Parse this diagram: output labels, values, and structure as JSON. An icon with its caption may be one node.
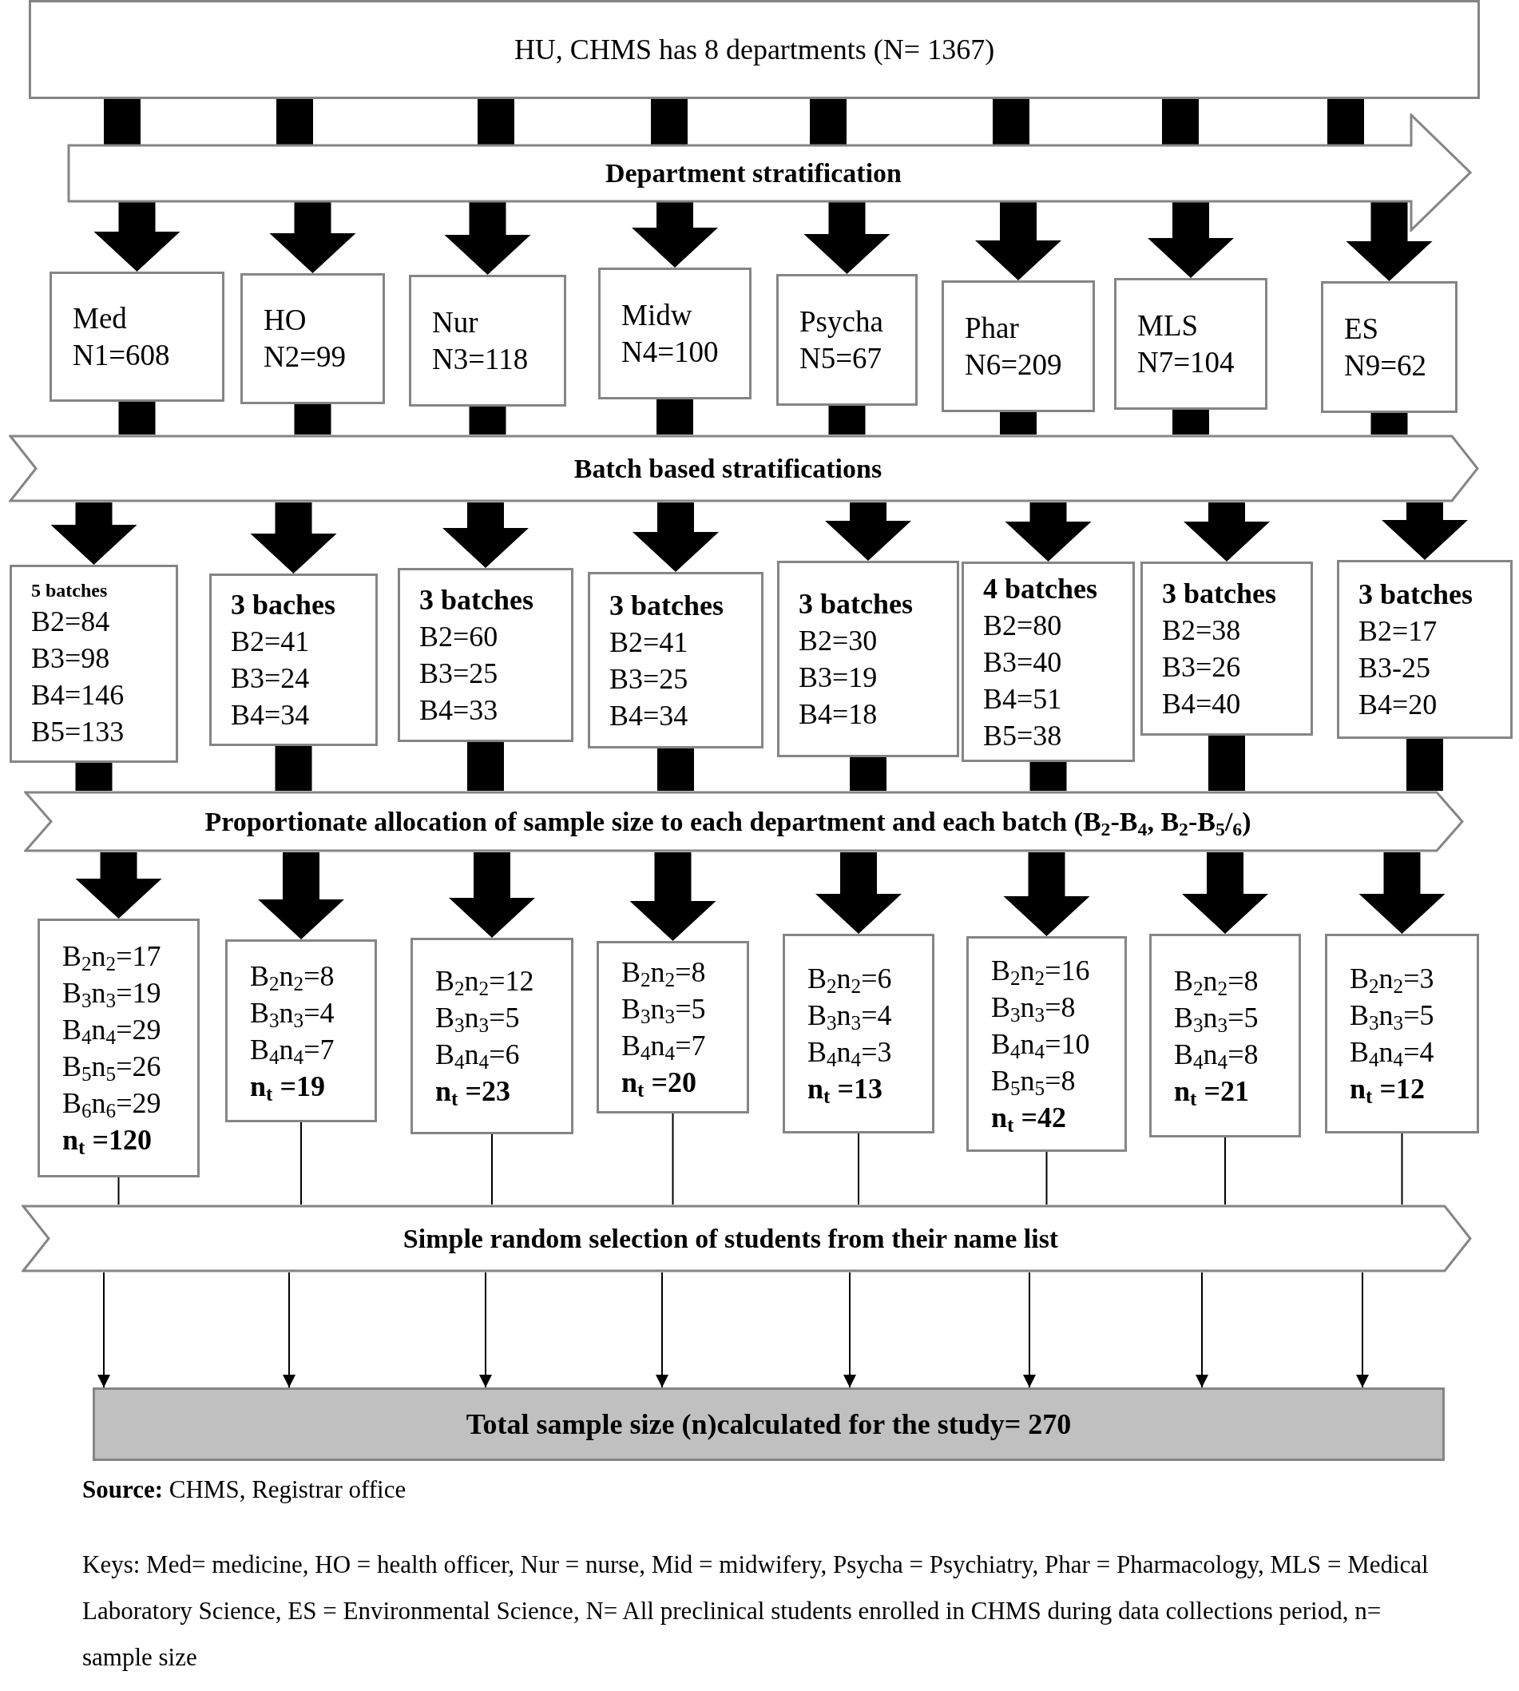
{
  "diagram": {
    "nodes": [
      {
        "text": [
          "HU, CHMS has 8 departments (N= 1367)"
        ]
      },
      {
        "text": [
          "Department stratification"
        ]
      },
      {
        "text": [
          "Med",
          "N1=608"
        ]
      },
      {
        "text": [
          "HO",
          "N2=99"
        ]
      },
      {
        "text": [
          "Nur",
          "N3=118"
        ]
      },
      {
        "text": [
          "Midw",
          "N4=100"
        ]
      },
      {
        "text": [
          "Psycha",
          "N5=67"
        ]
      },
      {
        "text": [
          "Phar",
          "N6=209"
        ]
      },
      {
        "text": [
          "MLS",
          "N7=104"
        ]
      },
      {
        "text": [
          "ES",
          "N9=62"
        ]
      },
      {
        "text": [
          "Batch based stratifications"
        ]
      },
      {
        "text": [
          "5 batches",
          "B2=84",
          "B3=98",
          "B4=146",
          "B5=133"
        ]
      },
      {
        "text": [
          "3 baches",
          "B2=41",
          "B3=24",
          "B4=34"
        ]
      },
      {
        "text": [
          "3 batches",
          "B2=60",
          "B3=25",
          "B4=33"
        ]
      },
      {
        "text": [
          "3 batches",
          "B2=41",
          "B3=25",
          "B4=34"
        ]
      },
      {
        "text": [
          "3 batches",
          "B2=30",
          "B3=19",
          "B4=18"
        ]
      },
      {
        "text": [
          "4 batches",
          "B2=80",
          "B3=40",
          "B4=51",
          "B5=38"
        ]
      },
      {
        "text": [
          "3 batches",
          "B2=38",
          "B3=26",
          "B4=40"
        ]
      },
      {
        "text": [
          "3 batches",
          "B2=17",
          "B3-25",
          "B4=20"
        ]
      },
      {
        "text": [
          "Proportionate allocation of sample size to each department and each batch (B$_{2}$-B$_{4}$, B$_{2}$-B$_{5}$/$_{6}$)"
        ]
      },
      {
        "text": [
          "B$_{2}$n$_{2}$=17",
          "B$_{3}$n$_{3}$=19",
          "B$_{4}$n$_{4}$=29",
          "B$_{5}$n$_{5}$=26",
          "B$_{6}$n$_{6}$=29",
          "n$_{t}$ =120"
        ]
      },
      {
        "text": [
          "B$_{2}$n$_{2}$=8",
          "B$_{3}$n$_{3}$=4",
          "B$_{4}$n$_{4}$=7",
          "n$_{t}$ =19"
        ]
      },
      {
        "text": [
          "B$_{2}$n$_{2}$=12",
          "B$_{3}$n$_{3}$=5",
          "B$_{4}$n$_{4}$=6",
          "n$_{t}$ =23"
        ]
      },
      {
        "text": [
          "B$_{2}$n$_{2}$=8",
          "B$_{3}$n$_{3}$=5",
          "B$_{4}$n$_{4}$=7",
          "n$_{t}$ =20"
        ]
      },
      {
        "text": [
          "B$_{2}$n$_{2}$=6",
          "B$_{3}$n$_{3}$=4",
          "B$_{4}$n$_{4}$=3",
          "n$_{t}$ =13"
        ]
      },
      {
        "text": [
          "B$_{2}$n$_{2}$=16",
          "B$_{3}$n$_{3}$=8",
          "B$_{4}$n$_{4}$=10",
          "B$_{5}$n$_{5}$=8",
          "n$_{t}$ =42"
        ]
      },
      {
        "text": [
          "B$_{2}$n$_{2}$=8",
          "B$_{3}$n$_{3}$=5",
          "B$_{4}$n$_{4}$=8",
          "n$_{t}$ =21"
        ]
      },
      {
        "text": [
          "B$_{2}$n$_{2}$=3",
          "B$_{3}$n$_{3}$=5",
          "B$_{4}$n$_{4}$=4",
          "n$_{t}$ =12"
        ]
      },
      {
        "text": [
          "Simple random selection of students from their name list"
        ]
      },
      {
        "text": [
          "Total sample size (n)calculated for the study= 270"
        ]
      }
    ],
    "edges": [
      {
        "from": 0,
        "to": 1,
        "arrow": "none",
        "style": "thick"
      },
      {
        "from": 0,
        "to": 1,
        "arrow": "none",
        "style": "thick"
      },
      {
        "from": 0,
        "to": 1,
        "arrow": "none",
        "style": "thick"
      },
      {
        "from": 0,
        "to": 1,
        "arrow": "none",
        "style": "thick"
      },
      {
        "from": 0,
        "to": 1,
        "arrow": "none",
        "style": "thick"
      },
      {
        "from": 0,
        "to": 1,
        "arrow": "none",
        "style": "thick"
      },
      {
        "from": 0,
        "to": 1,
        "arrow": "none",
        "style": "thick"
      },
      {
        "from": 0,
        "to": 1,
        "arrow": "none",
        "style": "thick"
      },
      {
        "from": 1,
        "to": 2,
        "arrow": "to",
        "style": "thick"
      },
      {
        "from": 1,
        "to": 3,
        "arrow": "to",
        "style": "thick"
      },
      {
        "from": 1,
        "to": 4,
        "arrow": "to",
        "style": "thick"
      },
      {
        "from": 1,
        "to": 5,
        "arrow": "to",
        "style": "thick"
      },
      {
        "from": 1,
        "to": 6,
        "arrow": "to",
        "style": "thick"
      },
      {
        "from": 1,
        "to": 7,
        "arrow": "to",
        "style": "thick"
      },
      {
        "from": 1,
        "to": 8,
        "arrow": "to",
        "style": "thick"
      },
      {
        "from": 1,
        "to": 9,
        "arrow": "to",
        "style": "thick"
      },
      {
        "from": 2,
        "to": 10,
        "arrow": "none",
        "style": "thick"
      },
      {
        "from": 3,
        "to": 10,
        "arrow": "none",
        "style": "thick"
      },
      {
        "from": 4,
        "to": 10,
        "arrow": "none",
        "style": "thick"
      },
      {
        "from": 5,
        "to": 10,
        "arrow": "none",
        "style": "thick"
      },
      {
        "from": 6,
        "to": 10,
        "arrow": "none",
        "style": "thick"
      },
      {
        "from": 7,
        "to": 10,
        "arrow": "none",
        "style": "thick"
      },
      {
        "from": 8,
        "to": 10,
        "arrow": "none",
        "style": "thick"
      },
      {
        "from": 9,
        "to": 10,
        "arrow": "none",
        "style": "thick"
      },
      {
        "from": 10,
        "to": 11,
        "arrow": "to",
        "style": "thick"
      },
      {
        "from": 10,
        "to": 12,
        "arrow": "to",
        "style": "thick"
      },
      {
        "from": 10,
        "to": 13,
        "arrow": "to",
        "style": "thick"
      },
      {
        "from": 10,
        "to": 14,
        "arrow": "to",
        "style": "thick"
      },
      {
        "from": 10,
        "to": 15,
        "arrow": "to",
        "style": "thick"
      },
      {
        "from": 10,
        "to": 16,
        "arrow": "to",
        "style": "thick"
      },
      {
        "from": 10,
        "to": 17,
        "arrow": "to",
        "style": "thick"
      },
      {
        "from": 10,
        "to": 18,
        "arrow": "to",
        "style": "thick"
      },
      {
        "from": 11,
        "to": 19,
        "arrow": "none",
        "style": "thick"
      },
      {
        "from": 12,
        "to": 19,
        "arrow": "none",
        "style": "thick"
      },
      {
        "from": 13,
        "to": 19,
        "arrow": "none",
        "style": "thick"
      },
      {
        "from": 14,
        "to": 19,
        "arrow": "none",
        "style": "thick"
      },
      {
        "from": 15,
        "to": 19,
        "arrow": "none",
        "style": "thick"
      },
      {
        "from": 16,
        "to": 19,
        "arrow": "none",
        "style": "thick"
      },
      {
        "from": 17,
        "to": 19,
        "arrow": "none",
        "style": "thick"
      },
      {
        "from": 18,
        "to": 19,
        "arrow": "none",
        "style": "thick"
      },
      {
        "from": 19,
        "to": 20,
        "arrow": "to",
        "style": "thick"
      },
      {
        "from": 19,
        "to": 21,
        "arrow": "to",
        "style": "thick"
      },
      {
        "from": 19,
        "to": 22,
        "arrow": "to",
        "style": "thick"
      },
      {
        "from": 19,
        "to": 23,
        "arrow": "to",
        "style": "thick"
      },
      {
        "from": 19,
        "to": 24,
        "arrow": "to",
        "style": "thick"
      },
      {
        "from": 19,
        "to": 25,
        "arrow": "to",
        "style": "thick"
      },
      {
        "from": 19,
        "to": 26,
        "arrow": "to",
        "style": "thick"
      },
      {
        "from": 19,
        "to": 27,
        "arrow": "to",
        "style": "thick"
      },
      {
        "from": 20,
        "to": 28,
        "arrow": "none"
      },
      {
        "from": 21,
        "to": 28,
        "arrow": "none"
      },
      {
        "from": 22,
        "to": 28,
        "arrow": "none"
      },
      {
        "from": 23,
        "to": 28,
        "arrow": "none"
      },
      {
        "from": 24,
        "to": 28,
        "arrow": "none"
      },
      {
        "from": 25,
        "to": 28,
        "arrow": "none"
      },
      {
        "from": 26,
        "to": 28,
        "arrow": "none"
      },
      {
        "from": 27,
        "to": 28,
        "arrow": "none"
      },
      {
        "from": 28,
        "to": 29,
        "arrow": "to"
      },
      {
        "from": 28,
        "to": 29,
        "arrow": "to"
      },
      {
        "from": 28,
        "to": 29,
        "arrow": "to"
      },
      {
        "from": 28,
        "to": 29,
        "arrow": "to"
      },
      {
        "from": 28,
        "to": 29,
        "arrow": "to"
      },
      {
        "from": 28,
        "to": 29,
        "arrow": "to"
      },
      {
        "from": 28,
        "to": 29,
        "arrow": "to"
      },
      {
        "from": 28,
        "to": 29,
        "arrow": "to"
      }
    ],
    "labels": [
      "**Source:** CHMS, Registrar office",
      "Keys: Med= medicine, HO = health officer, Nur = nurse, Mid = midwifery, Psycha = Psychiatry, Phar = Pharmacology, MLS = Medical Laboratory Science, ES = Environmental Science, N= All preclinical students enrolled in CHMS during data collections period, n= sample size"
    ]
  }
}
